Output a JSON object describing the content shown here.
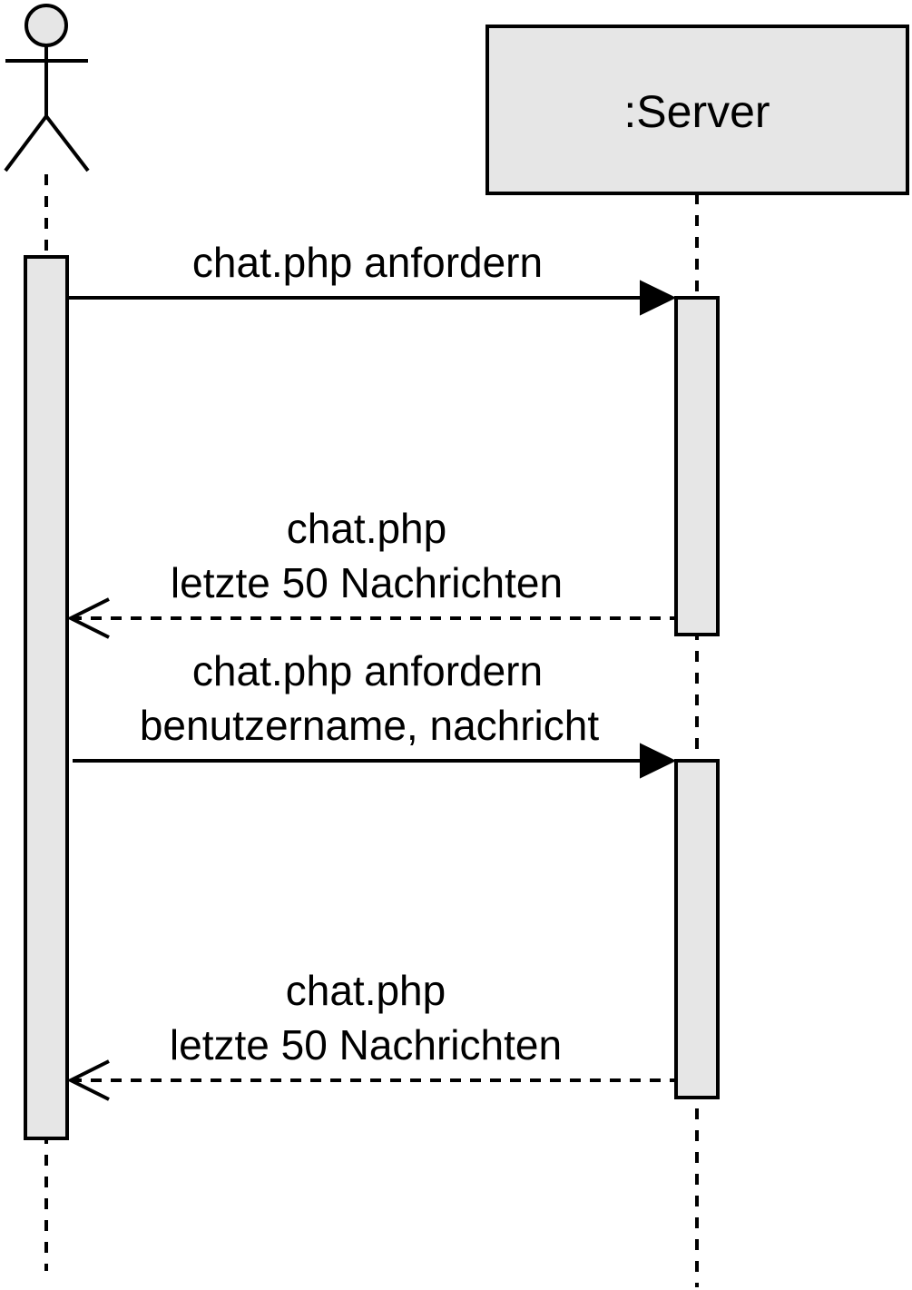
{
  "participants": {
    "actor": {
      "kind": "actor",
      "name": ""
    },
    "server": {
      "kind": "object",
      "name": ":Server"
    }
  },
  "messages": [
    {
      "direction": "request",
      "style": "solid",
      "lines": [
        "chat.php anfordern"
      ]
    },
    {
      "direction": "response",
      "style": "dashed",
      "lines": [
        "chat.php",
        "letzte 50 Nachrichten"
      ]
    },
    {
      "direction": "request",
      "style": "solid",
      "lines": [
        "chat.php anfordern",
        "benutzername, nachricht"
      ]
    },
    {
      "direction": "response",
      "style": "dashed",
      "lines": [
        "chat.php",
        "letzte 50 Nachrichten"
      ]
    }
  ],
  "colors": {
    "line": "#000000",
    "box_fill": "#e6e6e6",
    "background": "#ffffff"
  }
}
